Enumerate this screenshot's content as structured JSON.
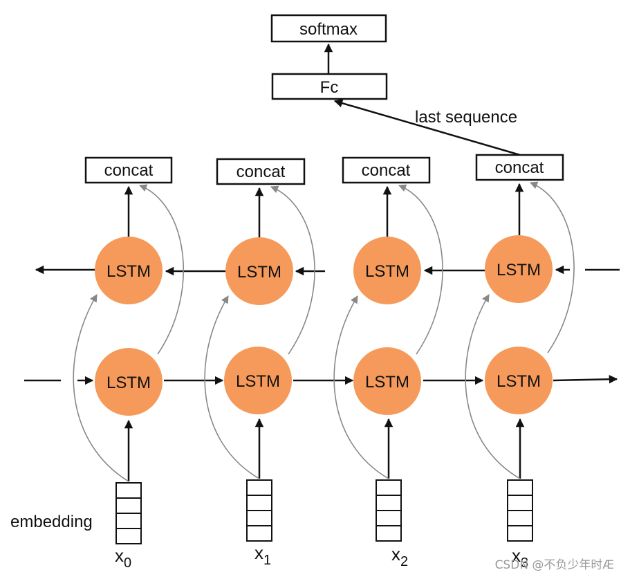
{
  "output": {
    "softmax": "softmax",
    "fc": "Fc"
  },
  "last_sequence_label": "last sequence",
  "concat_label": "concat",
  "lstm_label": "LSTM",
  "embedding_label": "embedding",
  "inputs": [
    {
      "base": "x",
      "sub": "0"
    },
    {
      "base": "x",
      "sub": "1"
    },
    {
      "base": "x",
      "sub": "2"
    },
    {
      "base": "x",
      "sub": "3"
    }
  ],
  "watermark": "CSDN @不负少年时Æ",
  "colors": {
    "lstm_fill": "#f59a5a",
    "skip_arrow": "#888888",
    "line": "#111111"
  }
}
